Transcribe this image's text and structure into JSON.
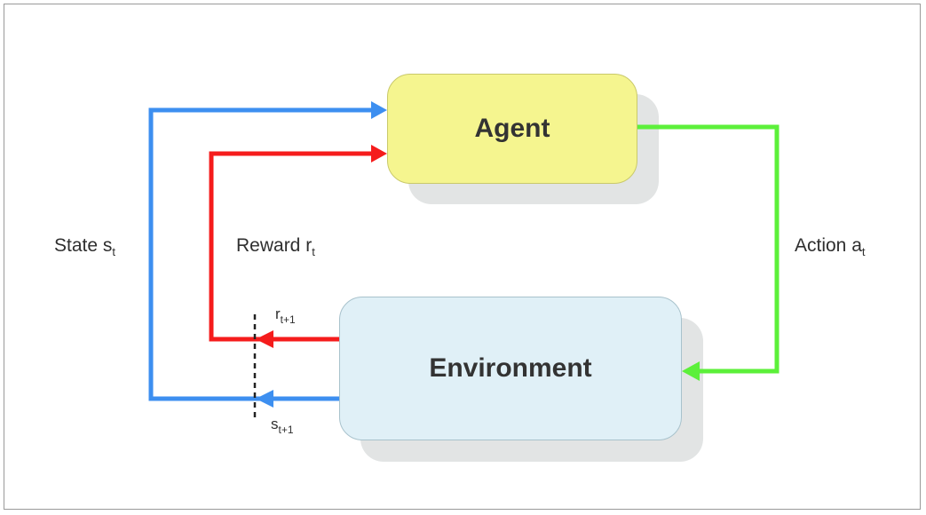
{
  "agent": {
    "label": "Agent",
    "color": "#f5f58f"
  },
  "environment": {
    "label": "Environment",
    "color": "#e0f0f7"
  },
  "state": {
    "label": "State s",
    "subscript": "t",
    "color": "#3d8ff0"
  },
  "reward": {
    "label": "Reward r",
    "subscript": "t",
    "color": "#f51c1c"
  },
  "action": {
    "label": "Action a",
    "subscript": "t",
    "color": "#5cf03a"
  },
  "next_reward": {
    "label": "r",
    "subscript": "t+1"
  },
  "next_state": {
    "label": "s",
    "subscript": "t+1"
  }
}
